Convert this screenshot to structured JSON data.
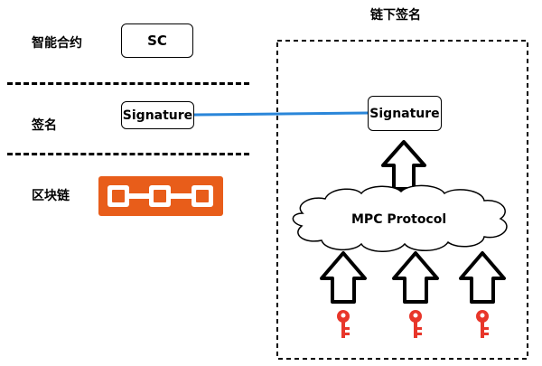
{
  "left_column": {
    "rows": [
      {
        "label": "智能合约",
        "box": "SC"
      },
      {
        "label": "签名",
        "box": "Signature"
      },
      {
        "label": "区块链",
        "icon": "blockchain-chain-icon"
      }
    ]
  },
  "right_panel": {
    "title": "链下签名",
    "signature_box": "Signature",
    "cloud_label": "MPC Protocol",
    "keys": [
      "key-icon",
      "key-icon",
      "key-icon"
    ]
  },
  "colors": {
    "connector": "#2a86d9",
    "chain": "#e85d1a",
    "key": "#e8362a",
    "border": "#000000"
  }
}
